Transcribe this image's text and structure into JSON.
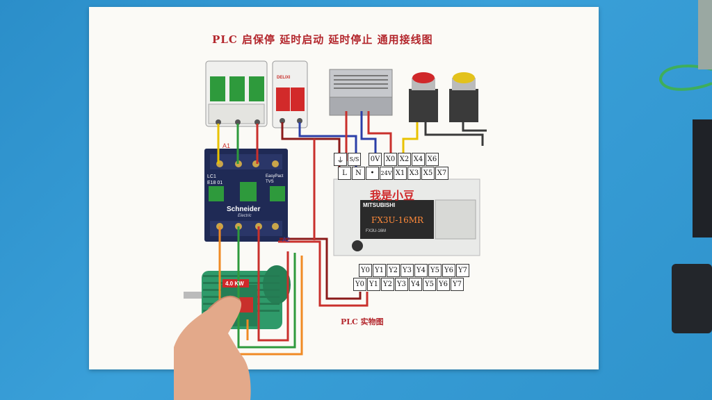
{
  "diagram": {
    "title": "PLC 启保停  延时启动  延时停止  通用接线图",
    "caption": "PLC 实物图"
  },
  "breaker_brand": "DELIXI",
  "contactor": {
    "model_line1": "LC1",
    "model_line2": "E18 01",
    "series": "EasyPact TVS",
    "brand": "Schneider",
    "brand_sub": "Electric",
    "label_a1": "A1",
    "label_a2": "A2"
  },
  "motor": {
    "power_label": "4.0 KW"
  },
  "plc": {
    "overlay_text": "我是小豆",
    "brand": "MITSUBISHI",
    "model": "FX3U-16MR",
    "model_small": "FX3U-16M",
    "input_terminals_top": [
      "⏚",
      "S/S",
      "0V",
      "X0",
      "X2",
      "X4",
      "X6"
    ],
    "input_terminals_bottom": [
      "L",
      "N",
      "•",
      "24V",
      "X1",
      "X3",
      "X5",
      "X7"
    ],
    "output_terminals_top": [
      "Y0",
      "Y1",
      "Y2",
      "Y3",
      "Y4",
      "Y5",
      "Y6",
      "Y7"
    ],
    "output_terminals_bottom": [
      "Y0",
      "Y1",
      "Y2",
      "Y3",
      "Y4",
      "Y5",
      "Y6",
      "Y7"
    ]
  },
  "colors": {
    "background": "#2f93cc",
    "title_red": "#b3262c",
    "wire_yellow": "#e8c200",
    "wire_green": "#2e9a3c",
    "wire_red": "#c9302c",
    "wire_orange": "#f08a24",
    "wire_blue": "#2b3fa8",
    "wire_darkred": "#8b1a1a",
    "motor_green": "#2f9a6a",
    "contactor_navy": "#1f2a55"
  }
}
